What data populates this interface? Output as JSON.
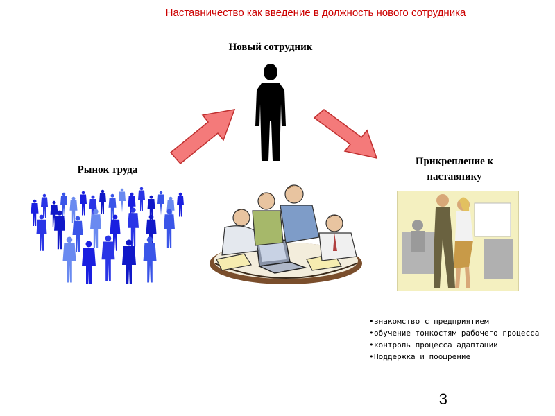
{
  "header": {
    "title": "Наставничество как введение в должность нового сотрудника"
  },
  "nodes": {
    "new_employee": "Новый сотрудник",
    "labor_market": "Рынок труда",
    "attachment_line1": "Прикрепление к",
    "attachment_line2": "наставнику"
  },
  "bullets": [
    "знакомство с предприятием",
    "обучение тонкостям рабочего процесса",
    "контроль процесса адаптации",
    "Поддержка и поощрение"
  ],
  "page_number": "3",
  "colors": {
    "title": "#cc0000",
    "arrow_fill": "#f47a7a",
    "arrow_stroke": "#c03030",
    "crowd": "#1a1fe0"
  }
}
